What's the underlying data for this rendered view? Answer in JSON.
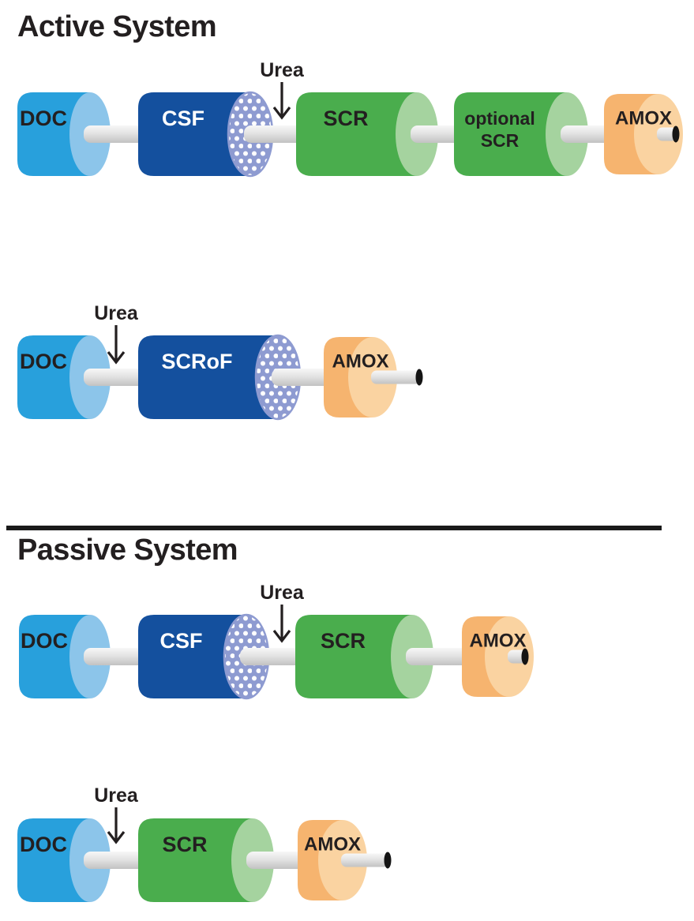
{
  "document": {
    "background": "#ffffff"
  },
  "palette": {
    "doc_body": "#28a0dc",
    "doc_cap": "#8cc5ea",
    "filter_body": "#14509e",
    "filter_cap": "#8e9bd1",
    "filter_dot": "#ffffff",
    "scr_body": "#4aad4d",
    "scr_cap": "#a5d39f",
    "amox_body": "#f6b46f",
    "amox_cap": "#fad3a1",
    "pipe_top": "#f7f7f7",
    "pipe_mid": "#e3e3e3",
    "pipe_bottom": "#c2c2c2",
    "outlet": "#141414",
    "ink": "#231f20",
    "label_light": "#ffffff",
    "divider": "#1a1a1a"
  },
  "urea_label": "Urea",
  "sections": [
    {
      "id": "active",
      "title": "Active System",
      "rows": [
        {
          "id": "active-row-1",
          "urea_injection_point": "between CSF and SCR",
          "components": [
            {
              "type": "DOC",
              "label": "DOC"
            },
            {
              "type": "CSF",
              "label": "CSF"
            },
            {
              "type": "SCR",
              "label": "SCR"
            },
            {
              "type": "SCR",
              "label": "optional SCR",
              "label_lines": [
                "optional",
                "SCR"
              ]
            },
            {
              "type": "AMOX",
              "label": "AMOX"
            }
          ]
        },
        {
          "id": "active-row-2",
          "urea_injection_point": "between DOC and SCRoF",
          "components": [
            {
              "type": "DOC",
              "label": "DOC"
            },
            {
              "type": "SCRoF",
              "label": "SCRoF"
            },
            {
              "type": "AMOX",
              "label": "AMOX"
            }
          ]
        }
      ]
    },
    {
      "id": "passive",
      "title": "Passive System",
      "rows": [
        {
          "id": "passive-row-1",
          "urea_injection_point": "between CSF and SCR",
          "components": [
            {
              "type": "DOC",
              "label": "DOC"
            },
            {
              "type": "CSF",
              "label": "CSF"
            },
            {
              "type": "SCR",
              "label": "SCR"
            },
            {
              "type": "AMOX",
              "label": "AMOX"
            }
          ]
        },
        {
          "id": "passive-row-2",
          "urea_injection_point": "between DOC and SCR",
          "components": [
            {
              "type": "DOC",
              "label": "DOC"
            },
            {
              "type": "SCR",
              "label": "SCR"
            },
            {
              "type": "AMOX",
              "label": "AMOX"
            }
          ]
        }
      ]
    }
  ]
}
